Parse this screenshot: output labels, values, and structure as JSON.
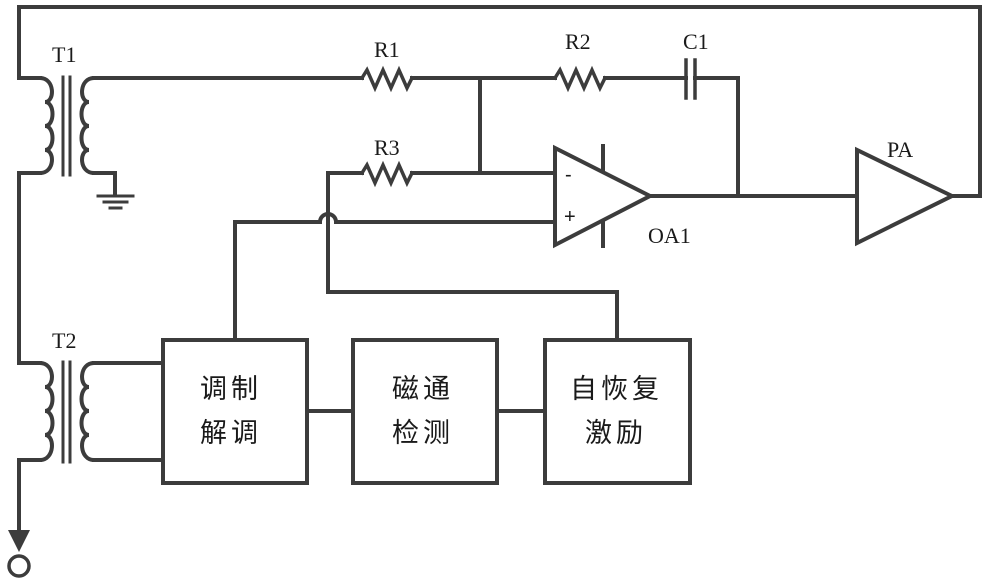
{
  "diagram": {
    "type": "circuit-schematic",
    "components": {
      "T1": {
        "label": "T1",
        "kind": "transformer"
      },
      "T2": {
        "label": "T2",
        "kind": "transformer"
      },
      "R1": {
        "label": "R1",
        "kind": "resistor"
      },
      "R2": {
        "label": "R2",
        "kind": "resistor"
      },
      "R3": {
        "label": "R3",
        "kind": "resistor"
      },
      "C1": {
        "label": "C1",
        "kind": "capacitor"
      },
      "OA1": {
        "label": "OA1",
        "kind": "op-amp",
        "inverting": "-",
        "non_inverting": "+"
      },
      "PA": {
        "label": "PA",
        "kind": "power-amplifier"
      }
    },
    "blocks": [
      {
        "id": "demod",
        "line1": "调制",
        "line2": "解调"
      },
      {
        "id": "flux",
        "line1": "磁通",
        "line2": "检测"
      },
      {
        "id": "excite",
        "line1": "自恢复",
        "line2": "激励"
      }
    ],
    "wire_color": "#3c3c3c"
  }
}
